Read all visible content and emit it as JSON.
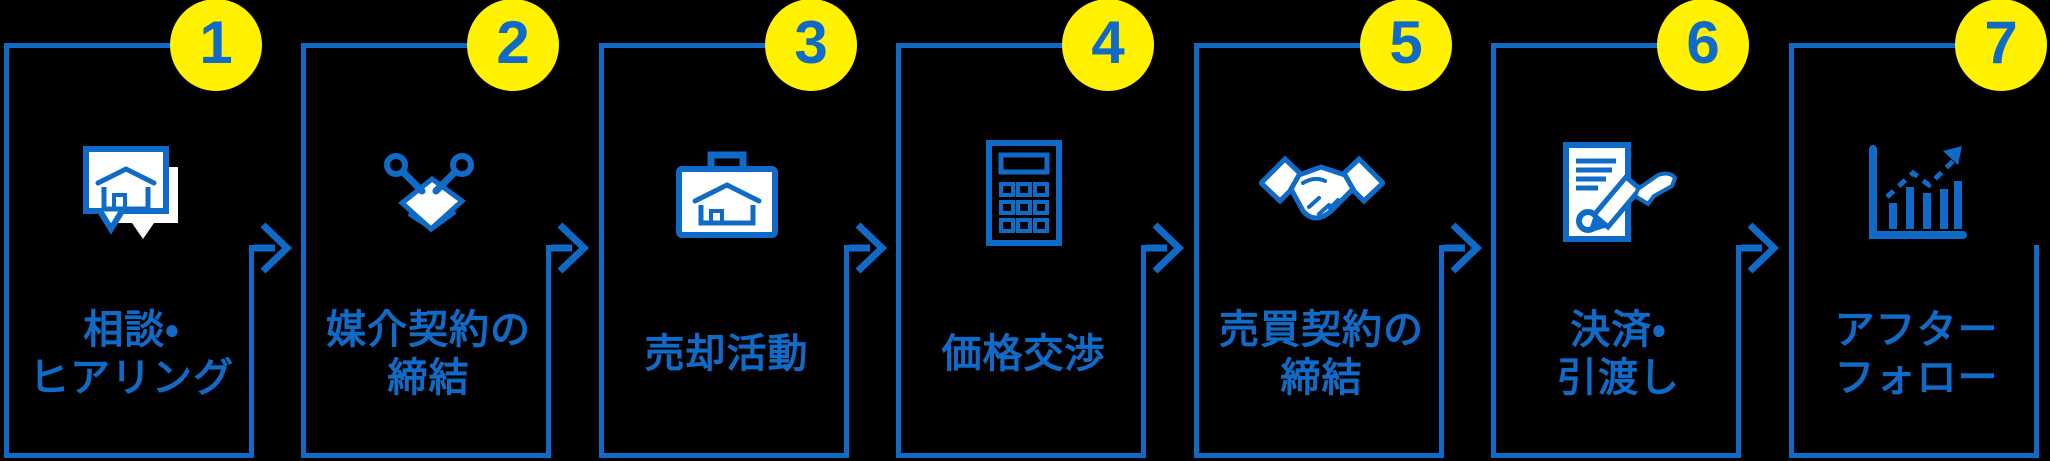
{
  "colors": {
    "blue": "#0F6BC7",
    "yellow": "#FFF100",
    "white": "#FFFFFF",
    "background": "#000000"
  },
  "connector_icon": "next-step-arrow-icon",
  "steps": [
    {
      "number": "1",
      "icon": "house-chat-icon",
      "lines": [
        "相談・",
        "ヒアリング"
      ]
    },
    {
      "number": "2",
      "icon": "contract-exchange-icon",
      "lines": [
        "媒介契約の",
        "締結"
      ]
    },
    {
      "number": "3",
      "icon": "briefcase-house-icon",
      "lines": [
        "売却活動"
      ]
    },
    {
      "number": "4",
      "icon": "calculator-icon",
      "lines": [
        "価格交渉"
      ]
    },
    {
      "number": "5",
      "icon": "handshake-icon",
      "lines": [
        "売買契約の",
        "締結"
      ]
    },
    {
      "number": "6",
      "icon": "contract-signing-icon",
      "lines": [
        "決済・",
        "引渡し"
      ]
    },
    {
      "number": "7",
      "icon": "growth-chart-icon",
      "lines": [
        "アフター",
        "フォロー"
      ]
    }
  ]
}
